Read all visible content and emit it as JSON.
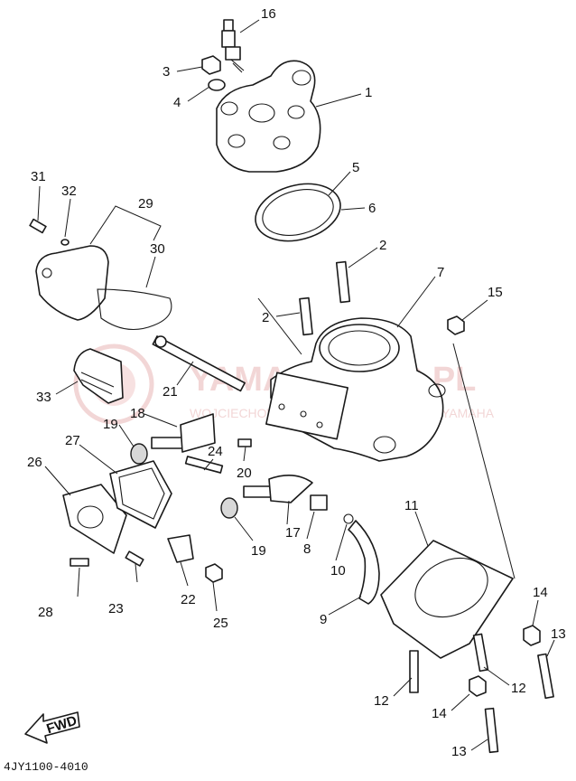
{
  "diagram_code": "4JY1100-4010",
  "watermark": {
    "main": "YAMA    MOTOR.PL",
    "sub": "WOJCIECHOWSKI  AUTHORIZED DEALER  YAMAHA"
  },
  "fwd_label": "FWD",
  "callouts": [
    "16",
    "3",
    "4",
    "1",
    "5",
    "6",
    "31",
    "32",
    "29",
    "30",
    "2",
    "2",
    "7",
    "15",
    "33",
    "21",
    "18",
    "19",
    "24",
    "20",
    "27",
    "26",
    "17",
    "19",
    "8",
    "10",
    "11",
    "9",
    "22",
    "23",
    "25",
    "28",
    "14",
    "13",
    "12",
    "12",
    "14",
    "13"
  ]
}
